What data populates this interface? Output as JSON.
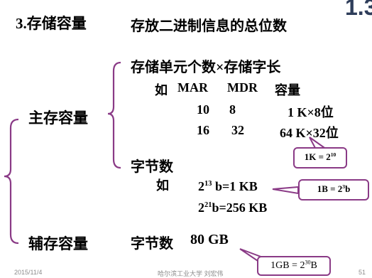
{
  "slide": {
    "corner_number": "1.3",
    "section_title": "3.存储容量",
    "definition": "存放二进制信息的总位数",
    "main_storage": {
      "label": "主存容量",
      "formula": "存储单元个数×存储字长",
      "example_prefix": "如",
      "table_header": [
        "MAR",
        "MDR",
        "容量"
      ],
      "rows": [
        {
          "mar": "10",
          "mdr": "8",
          "capacity": "1 K×8位"
        },
        {
          "mar": "16",
          "mdr": "32",
          "capacity": "64 K×32位"
        }
      ],
      "callout_1k": {
        "base": "1K = 2",
        "exp": "10"
      },
      "bytes_label": "字节数",
      "bytes_example_prefix": "如",
      "byte_line_1": {
        "base": "2",
        "exp": "13",
        "rest_a": " b=1 ",
        "rest_b": "KB"
      },
      "byte_line_2": {
        "base": "2",
        "exp": "21",
        "rest": "b=256 KB"
      },
      "callout_1b": {
        "base": "1B = 2",
        "exp": "3",
        "tail": "b"
      }
    },
    "aux_storage": {
      "label": "辅存容量",
      "bytes_label": "字节数",
      "value": "80 GB",
      "callout_gb": {
        "base": "1GB = 2",
        "exp": "30",
        "tail": "B"
      }
    },
    "footer": {
      "date": "2015/11/4",
      "center": "哈尔滨工业大学 刘宏伟",
      "page": "51"
    }
  }
}
